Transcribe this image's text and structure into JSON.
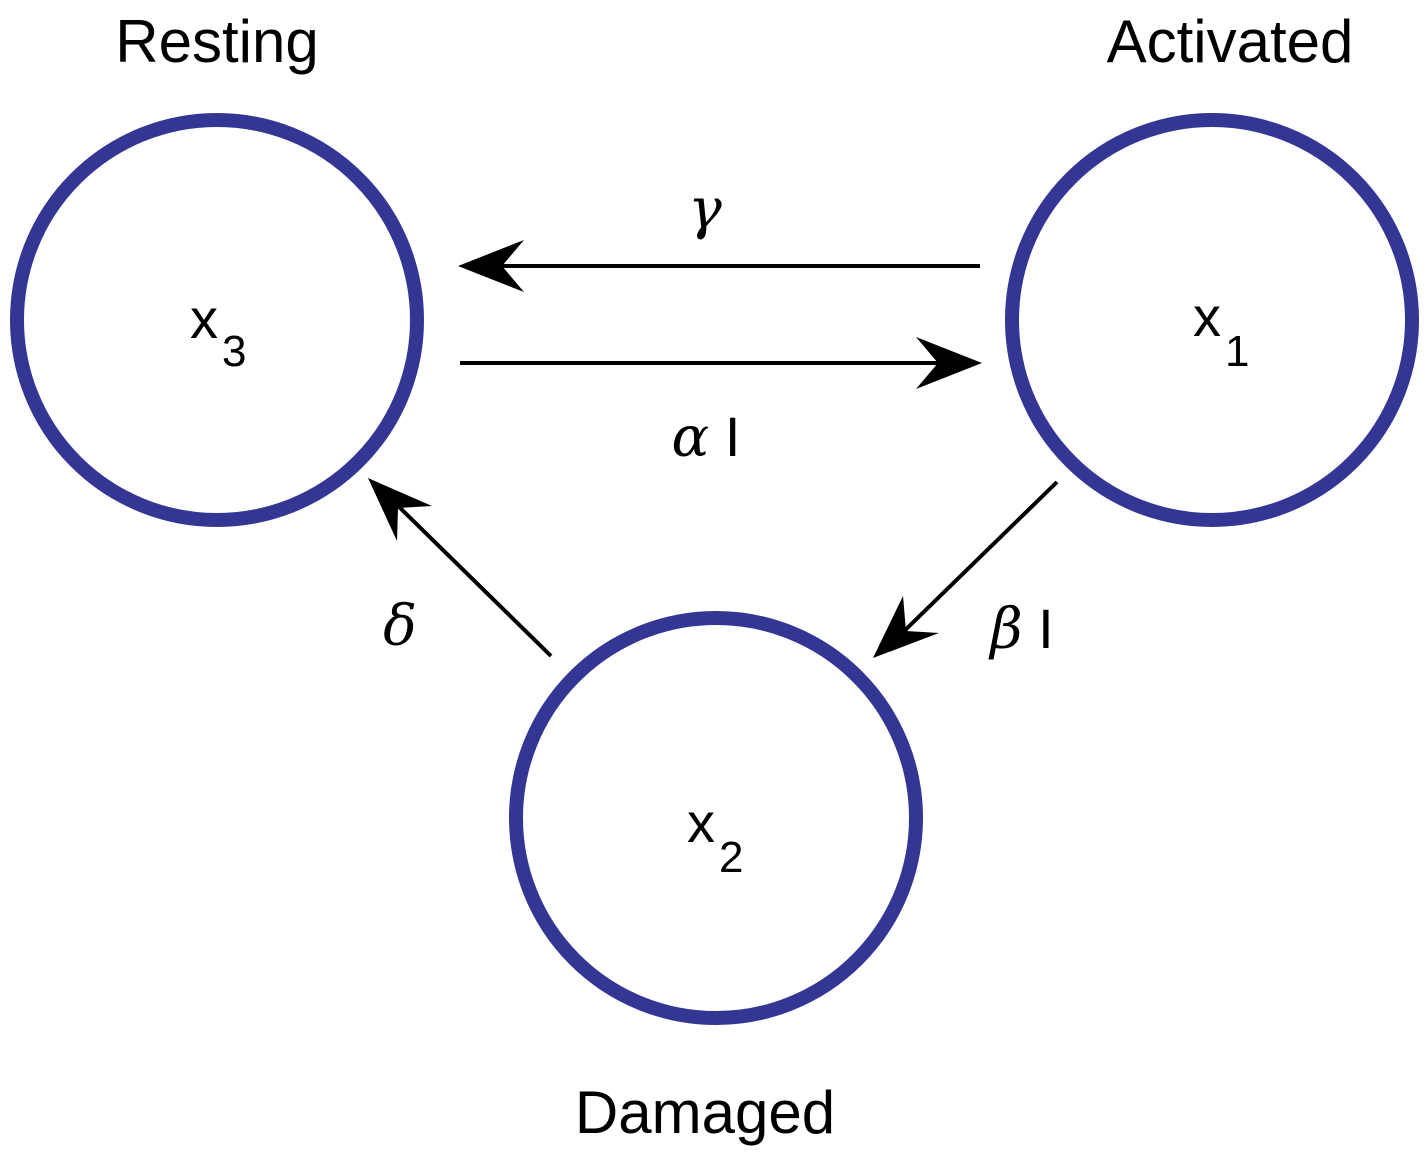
{
  "colors": {
    "node_stroke": "#343694",
    "arrow": "#000000"
  },
  "nodes": {
    "resting": {
      "label": "Resting",
      "var": "x",
      "sub": "3"
    },
    "activated": {
      "label": "Activated",
      "var": "x",
      "sub": "1"
    },
    "damaged": {
      "label": "Damaged",
      "var": "x",
      "sub": "2"
    }
  },
  "edges": {
    "activated_to_resting": {
      "symbol": "γ",
      "suffix": ""
    },
    "resting_to_activated": {
      "symbol": "α",
      "suffix": " I"
    },
    "activated_to_damaged": {
      "symbol": "β",
      "suffix": " I"
    },
    "damaged_to_resting": {
      "symbol": "δ",
      "suffix": ""
    }
  }
}
